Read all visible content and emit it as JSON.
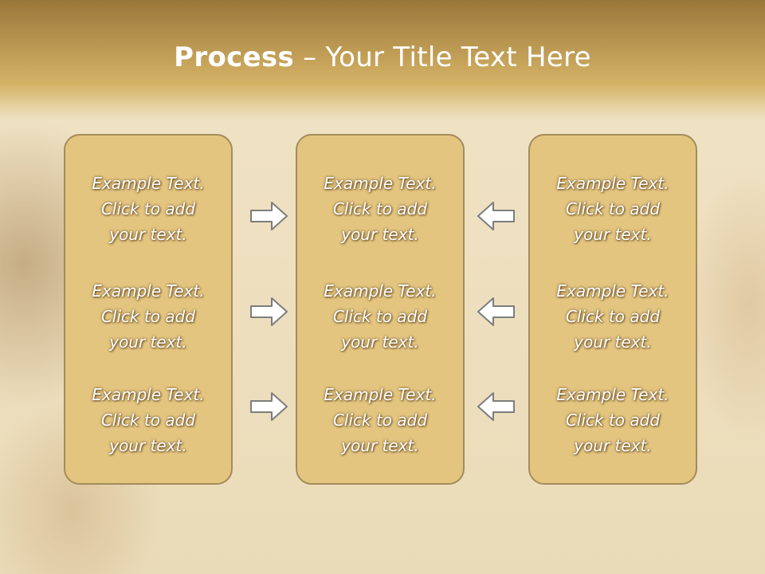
{
  "title": {
    "bold": "Process",
    "separator": "–",
    "rest": "Your Title Text Here"
  },
  "panels": [
    {
      "cells": [
        {
          "l1": "Example Text.",
          "l2": "Click  to add",
          "l3": "your text."
        },
        {
          "l1": "Example Text.",
          "l2": "Click  to add",
          "l3": "your text."
        },
        {
          "l1": "Example Text.",
          "l2": "Click  to add",
          "l3": "your text."
        }
      ]
    },
    {
      "cells": [
        {
          "l1": "Example Text.",
          "l2": "Click  to add",
          "l3": "your text."
        },
        {
          "l1": "Example Text.",
          "l2": "Click  to add",
          "l3": "your text."
        },
        {
          "l1": "Example Text.",
          "l2": "Click  to add",
          "l3": "your text."
        }
      ]
    },
    {
      "cells": [
        {
          "l1": "Example Text.",
          "l2": "Click  to add",
          "l3": "your text."
        },
        {
          "l1": "Example Text.",
          "l2": "Click  to add",
          "l3": "your text."
        },
        {
          "l1": "Example Text.",
          "l2": "Click  to add",
          "l3": "your text."
        }
      ]
    }
  ],
  "arrows": {
    "left_group": "arrow-right-icon",
    "right_group": "arrow-left-icon"
  },
  "colors": {
    "panel_fill": "#e3c580",
    "panel_border": "#a38c5a",
    "header": "#b89550",
    "text": "#ffffff"
  }
}
